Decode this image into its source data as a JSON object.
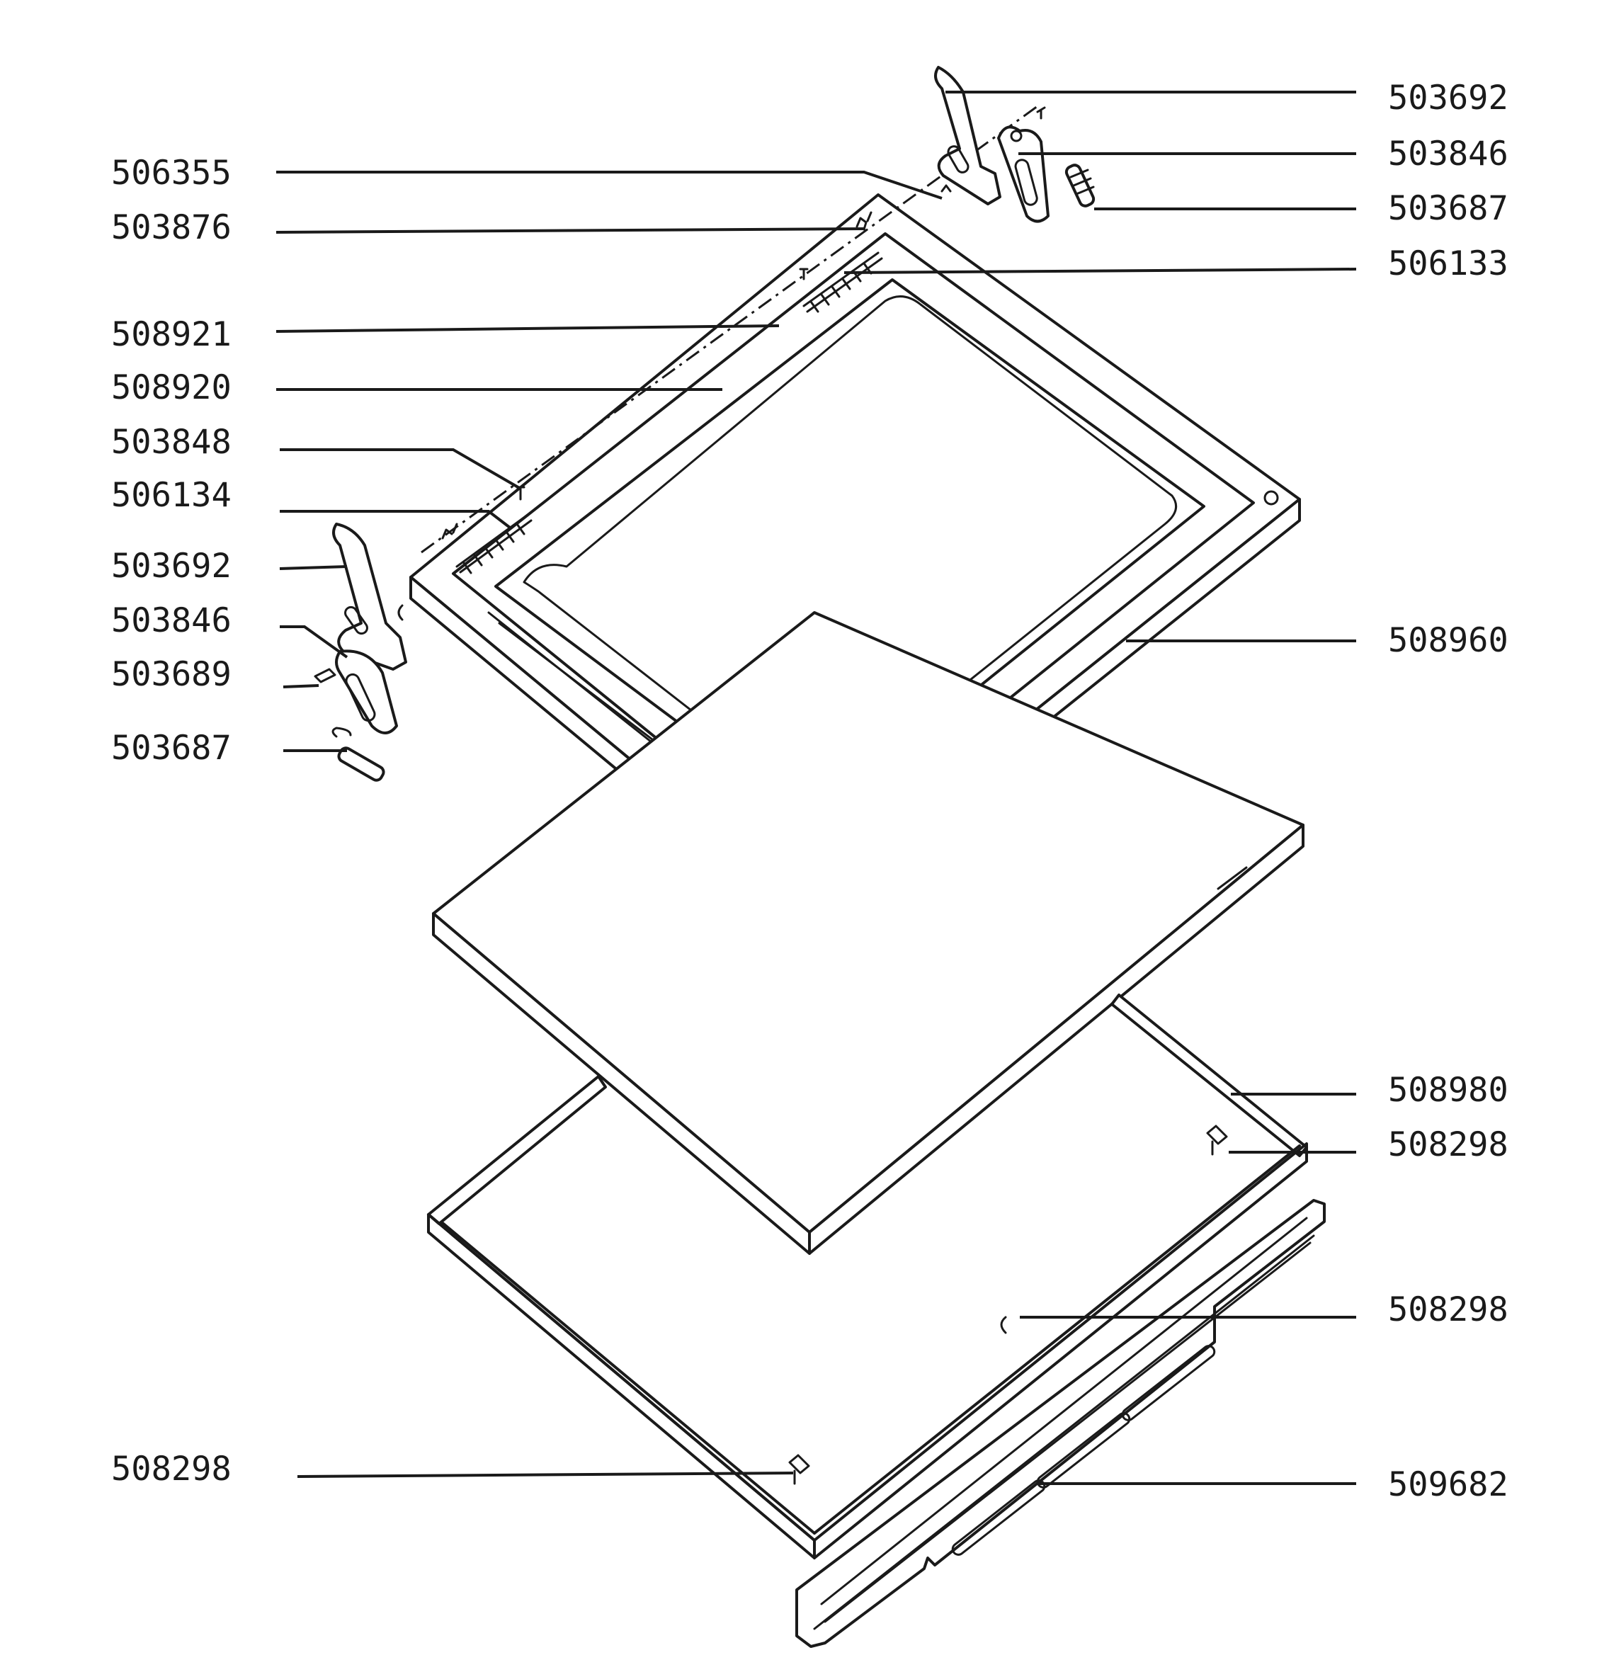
{
  "diagram": {
    "labels": {
      "right": [
        "503692",
        "503846",
        "503687",
        "506133",
        "508960",
        "508980",
        "508298",
        "508298",
        "509682"
      ],
      "left": [
        "506355",
        "503876",
        "508921",
        "508920",
        "503848",
        "506134",
        "503692",
        "503846",
        "503689",
        "503687",
        "508298"
      ]
    }
  }
}
